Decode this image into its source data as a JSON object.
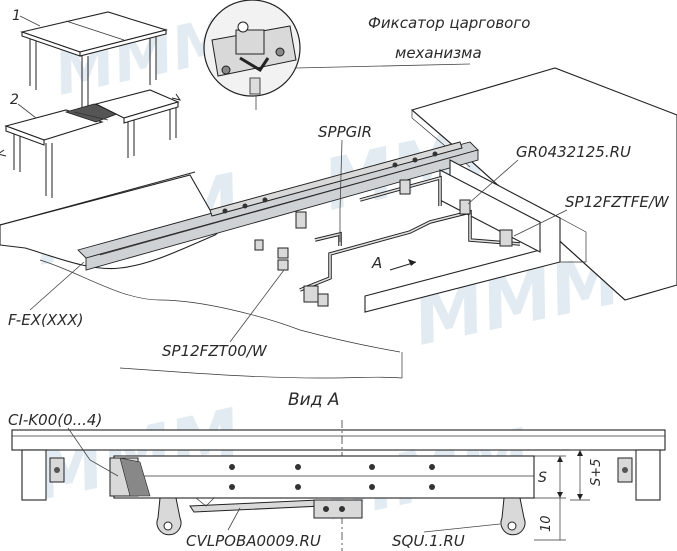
{
  "labels": {
    "callout_1": "1",
    "callout_2": "2",
    "fixator_line1": "Фиксатор царгового",
    "fixator_line2": "механизма",
    "sppgir": "SPPGIR",
    "gr0432125": "GR0432125.RU",
    "sp12fztfe": "SP12FZTFE/W",
    "direction_a": "A",
    "f_ex": "F-EX(XXX)",
    "sp12fzt00": "SP12FZT00/W",
    "view_a": "Вид A",
    "ci_k00": "CI-K00(0...4)",
    "cvlpoba": "CVLPOBA0009.RU",
    "squ1": "SQU.1.RU",
    "dim_s": "S",
    "dim_s5": "S+5",
    "dim_10": "10"
  },
  "watermark": {
    "text": "MMM",
    "color": "#c9dbe6"
  },
  "colors": {
    "line": "#222222",
    "metal": "#d9d9d9",
    "label": "#2a2a2a"
  }
}
